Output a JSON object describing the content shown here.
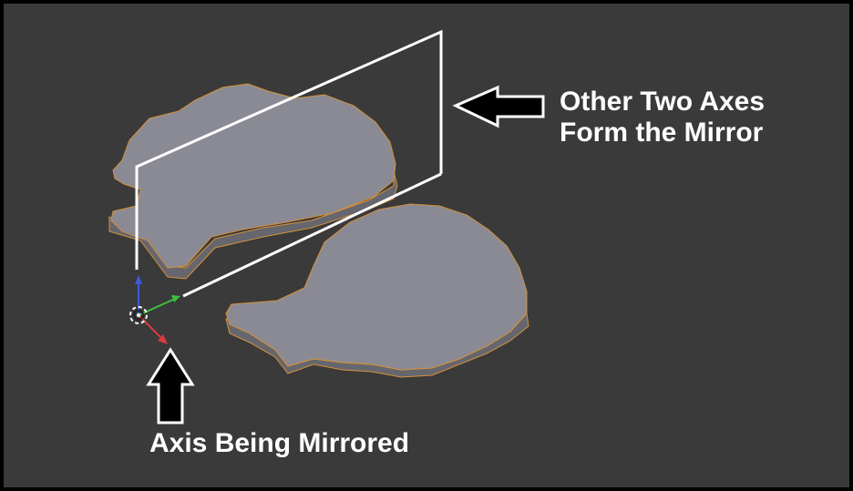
{
  "annotations": {
    "mirror_line1": "Other Two Axes",
    "mirror_line2": "Form the Mirror",
    "axis_label": "Axis Being Mirrored"
  },
  "colors": {
    "background": "#3a3a3a",
    "frame": "#000000",
    "mesh_top": "#8a8a94",
    "mesh_side": "#6a6a72",
    "mesh_outline": "#d4913c",
    "mirror_plane": "#ffffff",
    "axis_z": "#3d5bd8",
    "axis_y": "#3fbf3f",
    "axis_x": "#d83b3b"
  },
  "icons": [
    "pivot-cursor-icon",
    "arrow-left-icon",
    "arrow-up-icon"
  ]
}
